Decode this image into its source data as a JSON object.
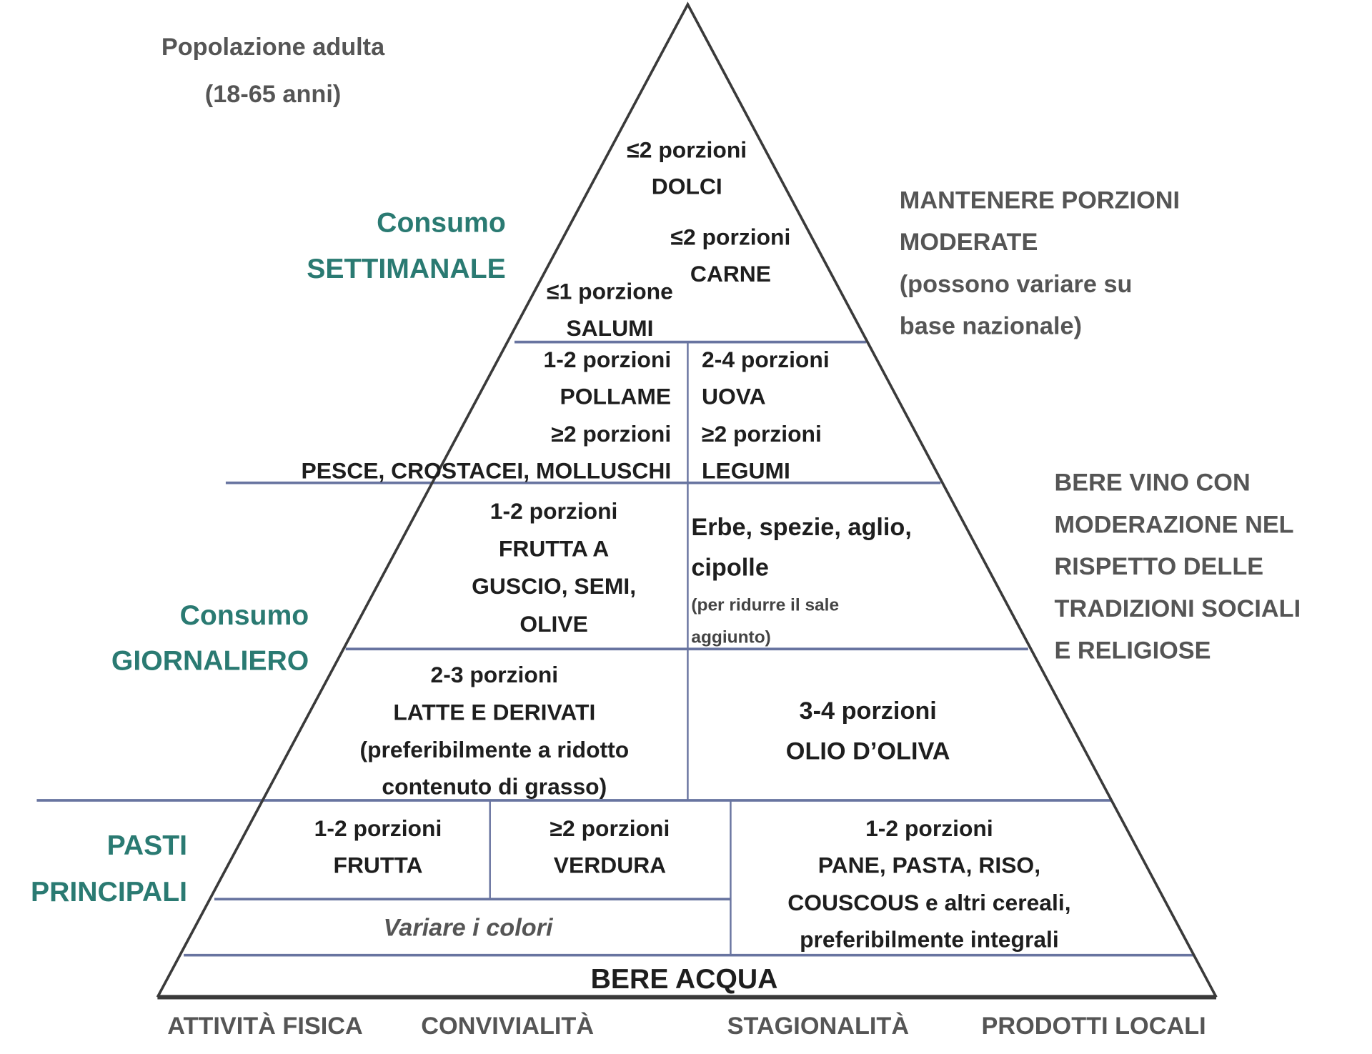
{
  "title": {
    "line1": "Popolazione adulta",
    "line2": "(18-65 anni)"
  },
  "labels": {
    "weekly": {
      "line1": "Consumo",
      "line2": "SETTIMANALE"
    },
    "daily": {
      "line1": "Consumo",
      "line2": "GIORNALIERO"
    },
    "meals": {
      "line1": "PASTI",
      "line2": "PRINCIPALI"
    }
  },
  "notes": {
    "portions": [
      "MANTENERE PORZIONI",
      "MODERATE",
      "(possono variare su",
      "base nazionale)"
    ],
    "wine": [
      "BERE VINO CON",
      "MODERAZIONE NEL",
      "RISPETTO DELLE",
      "TRADIZIONI SOCIALI",
      "E RELIGIOSE"
    ]
  },
  "cells": {
    "dolci": {
      "qty": "≤2 porzioni",
      "food": "DOLCI"
    },
    "carne": {
      "qty": "≤2 porzioni",
      "food": "CARNE"
    },
    "salumi": {
      "qty": "≤1 porzione",
      "food": "SALUMI"
    },
    "pollame": {
      "qty": "1-2 porzioni",
      "food": "POLLAME"
    },
    "pesce": {
      "qty": "≥2 porzioni",
      "food": "PESCE, CROSTACEI, MOLLUSCHI"
    },
    "uova": {
      "qty": "2-4 porzioni",
      "food": "UOVA"
    },
    "legumi": {
      "qty": "≥2 porzioni",
      "food": "LEGUMI"
    },
    "frutta_guscio": {
      "qty": "1-2 porzioni",
      "food": [
        "FRUTTA A",
        "GUSCIO, SEMI,",
        "OLIVE"
      ]
    },
    "erbe": {
      "food": [
        "Erbe, spezie, aglio,",
        "cipolle"
      ],
      "note": [
        "(per ridurre il sale",
        "aggiunto)"
      ]
    },
    "latte": {
      "qty": "2-3 porzioni",
      "food": "LATTE E DERIVATI",
      "note": [
        "(preferibilmente a ridotto",
        "contenuto di grasso)"
      ]
    },
    "olio": {
      "qty": "3-4 porzioni",
      "food": "OLIO D’OLIVA"
    },
    "frutta": {
      "qty": "1-2 porzioni",
      "food": "FRUTTA"
    },
    "verdura": {
      "qty": "≥2 porzioni",
      "food": "VERDURA"
    },
    "colori": {
      "text": "Variare i colori"
    },
    "cereali": {
      "qty": "1-2 porzioni",
      "food": [
        "PANE, PASTA, RISO,",
        "COUSCOUS e altri cereali,",
        "preferibilmente integrali"
      ]
    },
    "acqua": {
      "text": "BERE ACQUA"
    }
  },
  "footer": [
    "ATTIVITÀ FISICA",
    "CONVIVIALITÀ",
    "STAGIONALITÀ",
    "PRODOTTI LOCALI"
  ]
}
